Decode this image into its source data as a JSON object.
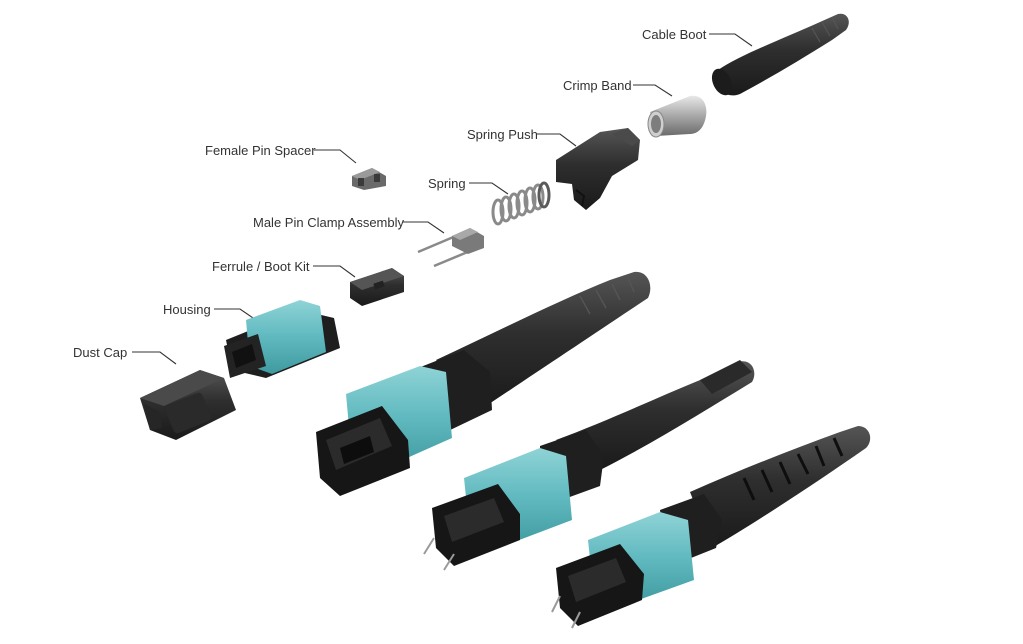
{
  "diagram": {
    "colors": {
      "aqua": "#5fb9bf",
      "aqua_dark": "#3f9aa0",
      "aqua_light": "#8fd3d6",
      "black": "#1b1b1b",
      "body_dark": "#2c2c2c",
      "body_mid": "#3a3a3a",
      "grey": "#9a9a9a",
      "label_text": "#333333"
    },
    "labels": {
      "cable_boot": "Cable Boot",
      "crimp_band": "Crimp Band",
      "spring_push": "Spring Push",
      "female_pin_spacer": "Female Pin Spacer",
      "spring": "Spring",
      "male_pin_clamp_assembly": "Male Pin Clamp Assembly",
      "ferrule_boot_kit": "Ferrule / Boot Kit",
      "housing": "Housing",
      "dust_cap": "Dust Cap"
    }
  }
}
